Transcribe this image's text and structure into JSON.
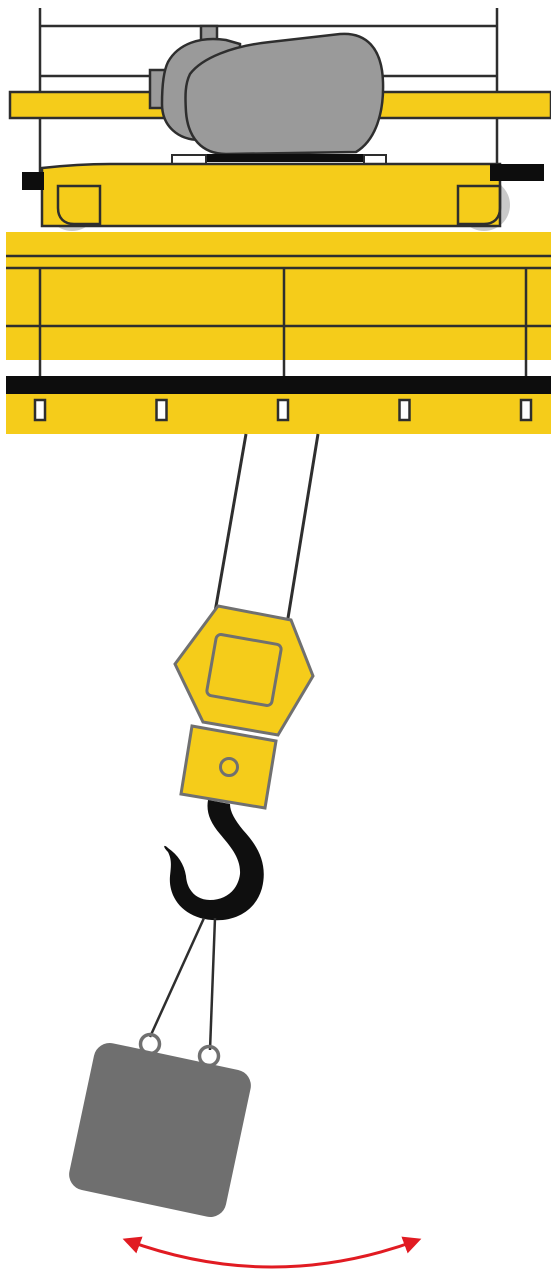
{
  "diagram": {
    "kind": "overhead-crane-hoist",
    "colors": {
      "yellow": "#F5CC1A",
      "outline": "#2E2E2E",
      "motor_gray": "#9A9A9A",
      "load_gray": "#6F6F6F",
      "hook_black": "#0F0F0F",
      "rail_black": "#0D0D0D",
      "wheel_light": "#C9C9C9",
      "block_outline": "#707070",
      "arrow_red": "#E11B22"
    },
    "components": [
      {
        "id": "trolley-rail",
        "icon": "rail"
      },
      {
        "id": "hoist-motor",
        "icon": "motor-icon"
      },
      {
        "id": "trolley-frame",
        "icon": "trolley"
      },
      {
        "id": "bridge-girder",
        "icon": "girder"
      },
      {
        "id": "hoist-rope",
        "icon": "rope"
      },
      {
        "id": "hook-block",
        "icon": "hook-block"
      },
      {
        "id": "crane-hook",
        "icon": "hook-icon"
      },
      {
        "id": "load",
        "icon": "load"
      },
      {
        "id": "swing-indicator",
        "icon": "double-arrow-icon"
      }
    ],
    "girder_slot_count": 5
  }
}
